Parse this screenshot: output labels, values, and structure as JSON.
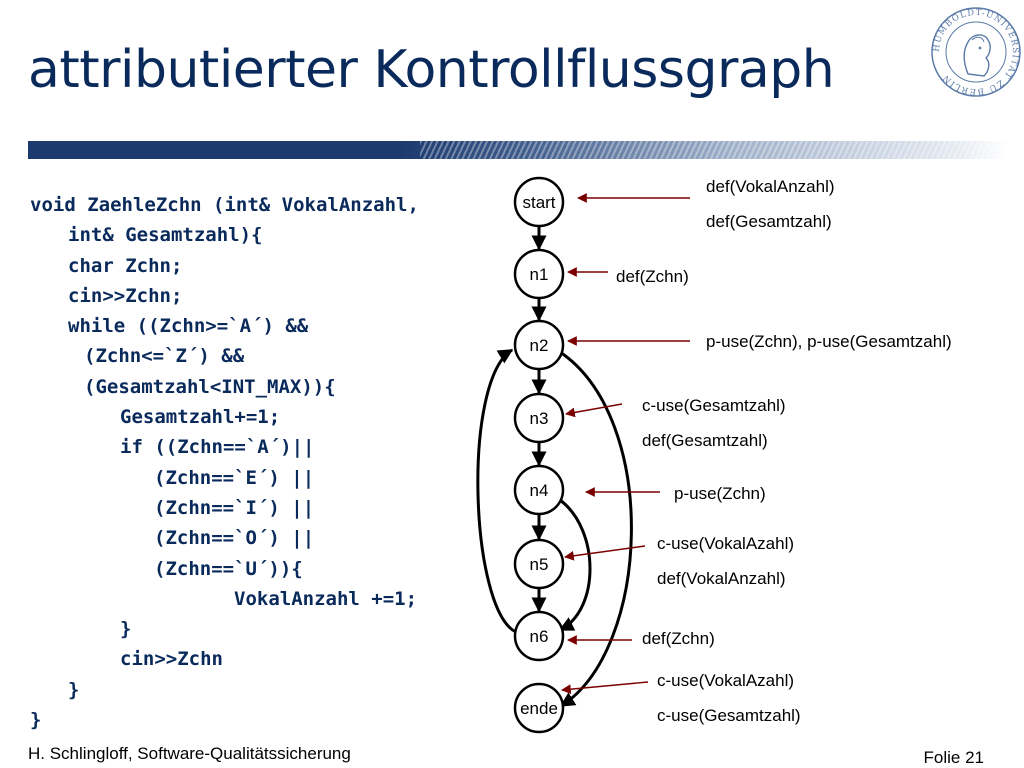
{
  "slide": {
    "title": "attributierter Kontrollflussgraph",
    "footer_author": "H. Schlingloff, Software-Qualitätssicherung",
    "footer_page": "Folie 21",
    "seal_text": "HUMBOLDT-UNIVERSITÄT ZU BERLIN"
  },
  "code_lines": [
    {
      "indent": 0,
      "text": "void ZaehleZchn (int& VokalAnzahl,"
    },
    {
      "indent": 1,
      "text": "int& Gesamtzahl){"
    },
    {
      "indent": 1,
      "text": "char Zchn;"
    },
    {
      "indent": 1,
      "text": "cin>>Zchn;"
    },
    {
      "indent": 1,
      "text": "while ((Zchn>=`A´) &&"
    },
    {
      "indent": 2,
      "text": "(Zchn<=`Z´) &&"
    },
    {
      "indent": 2,
      "text": "(Gesamtzahl<INT_MAX)){"
    },
    {
      "indent": 3,
      "text": "Gesamtzahl+=1;"
    },
    {
      "indent": 3,
      "text": "if ((Zchn==`A´)||"
    },
    {
      "indent": 4,
      "text": "(Zchn==`E´) ||"
    },
    {
      "indent": 4,
      "text": "(Zchn==`I´) ||"
    },
    {
      "indent": 4,
      "text": "(Zchn==`O´) ||"
    },
    {
      "indent": 4,
      "text": "(Zchn==`U´)){"
    },
    {
      "indent": 5,
      "text": "VokalAnzahl +=1;"
    },
    {
      "indent": 3,
      "text": "}"
    },
    {
      "indent": 3,
      "text": "cin>>Zchn"
    },
    {
      "indent": 1,
      "text": "}"
    },
    {
      "indent": 0,
      "text": "}"
    }
  ],
  "graph": {
    "nodes": [
      {
        "id": "start",
        "label": "start"
      },
      {
        "id": "n1",
        "label": "n1"
      },
      {
        "id": "n2",
        "label": "n2"
      },
      {
        "id": "n3",
        "label": "n3"
      },
      {
        "id": "n4",
        "label": "n4"
      },
      {
        "id": "n5",
        "label": "n5"
      },
      {
        "id": "n6",
        "label": "n6"
      },
      {
        "id": "ende",
        "label": "ende"
      }
    ],
    "edges": [
      {
        "from": "start",
        "to": "n1"
      },
      {
        "from": "n1",
        "to": "n2"
      },
      {
        "from": "n2",
        "to": "n3"
      },
      {
        "from": "n3",
        "to": "n4"
      },
      {
        "from": "n4",
        "to": "n5"
      },
      {
        "from": "n5",
        "to": "n6"
      },
      {
        "from": "n6",
        "to": "n2"
      },
      {
        "from": "n4",
        "to": "n6"
      },
      {
        "from": "n2",
        "to": "ende"
      }
    ],
    "annotations": [
      {
        "node": "start",
        "lines": [
          "def(VokalAnzahl)",
          "def(Gesamtzahl)"
        ]
      },
      {
        "node": "n1",
        "lines": [
          "def(Zchn)"
        ]
      },
      {
        "node": "n2",
        "lines": [
          "p-use(Zchn), p-use(Gesamtzahl)"
        ]
      },
      {
        "node": "n3",
        "lines": [
          "c-use(Gesamtzahl)",
          "def(Gesamtzahl)"
        ]
      },
      {
        "node": "n4",
        "lines": [
          "p-use(Zchn)"
        ]
      },
      {
        "node": "n5",
        "lines": [
          "c-use(VokalAzahl)",
          "def(VokalAnzahl)"
        ]
      },
      {
        "node": "n6",
        "lines": [
          "def(Zchn)"
        ]
      },
      {
        "node": "ende",
        "lines": [
          "c-use(VokalAzahl)",
          "c-use(Gesamtzahl)"
        ]
      }
    ]
  },
  "colors": {
    "title": "#0a2a5c",
    "code": "#0a2a5c",
    "annotation_arrow": "#7a0000"
  }
}
